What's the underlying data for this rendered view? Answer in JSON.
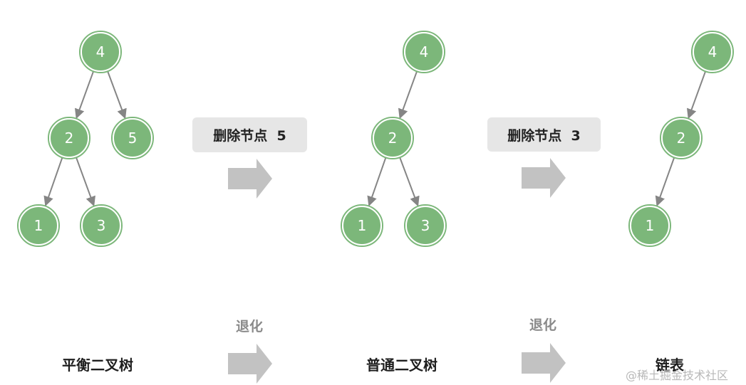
{
  "colors": {
    "node_fill": "#7cb77a",
    "edge": "#858585",
    "big_arrow": "#c2c2c2",
    "label_box": "#e6e6e6"
  },
  "trees": [
    {
      "name": "balanced",
      "nodes": [
        {
          "id": "b4",
          "label": "4"
        },
        {
          "id": "b2",
          "label": "2"
        },
        {
          "id": "b5",
          "label": "5"
        },
        {
          "id": "b1",
          "label": "1"
        },
        {
          "id": "b3",
          "label": "3"
        }
      ],
      "edges": [
        [
          "b4",
          "b2"
        ],
        [
          "b4",
          "b5"
        ],
        [
          "b2",
          "b1"
        ],
        [
          "b2",
          "b3"
        ]
      ]
    },
    {
      "name": "ordinary",
      "nodes": [
        {
          "id": "o4",
          "label": "4"
        },
        {
          "id": "o2",
          "label": "2"
        },
        {
          "id": "o1",
          "label": "1"
        },
        {
          "id": "o3",
          "label": "3"
        }
      ],
      "edges": [
        [
          "o4",
          "o2"
        ],
        [
          "o2",
          "o1"
        ],
        [
          "o2",
          "o3"
        ]
      ]
    },
    {
      "name": "linked",
      "nodes": [
        {
          "id": "l4",
          "label": "4"
        },
        {
          "id": "l2",
          "label": "2"
        },
        {
          "id": "l1",
          "label": "1"
        }
      ],
      "edges": [
        [
          "l4",
          "l2"
        ],
        [
          "l2",
          "l1"
        ]
      ]
    }
  ],
  "operations": {
    "op1": "删除节点  5",
    "op2": "删除节点  3"
  },
  "stages": {
    "balanced": "平衡二叉树",
    "ordinary": "普通二叉树",
    "linked": "链表"
  },
  "degrade": {
    "first": "退化",
    "second": "退化"
  },
  "watermark": "@稀土掘金技术社区"
}
